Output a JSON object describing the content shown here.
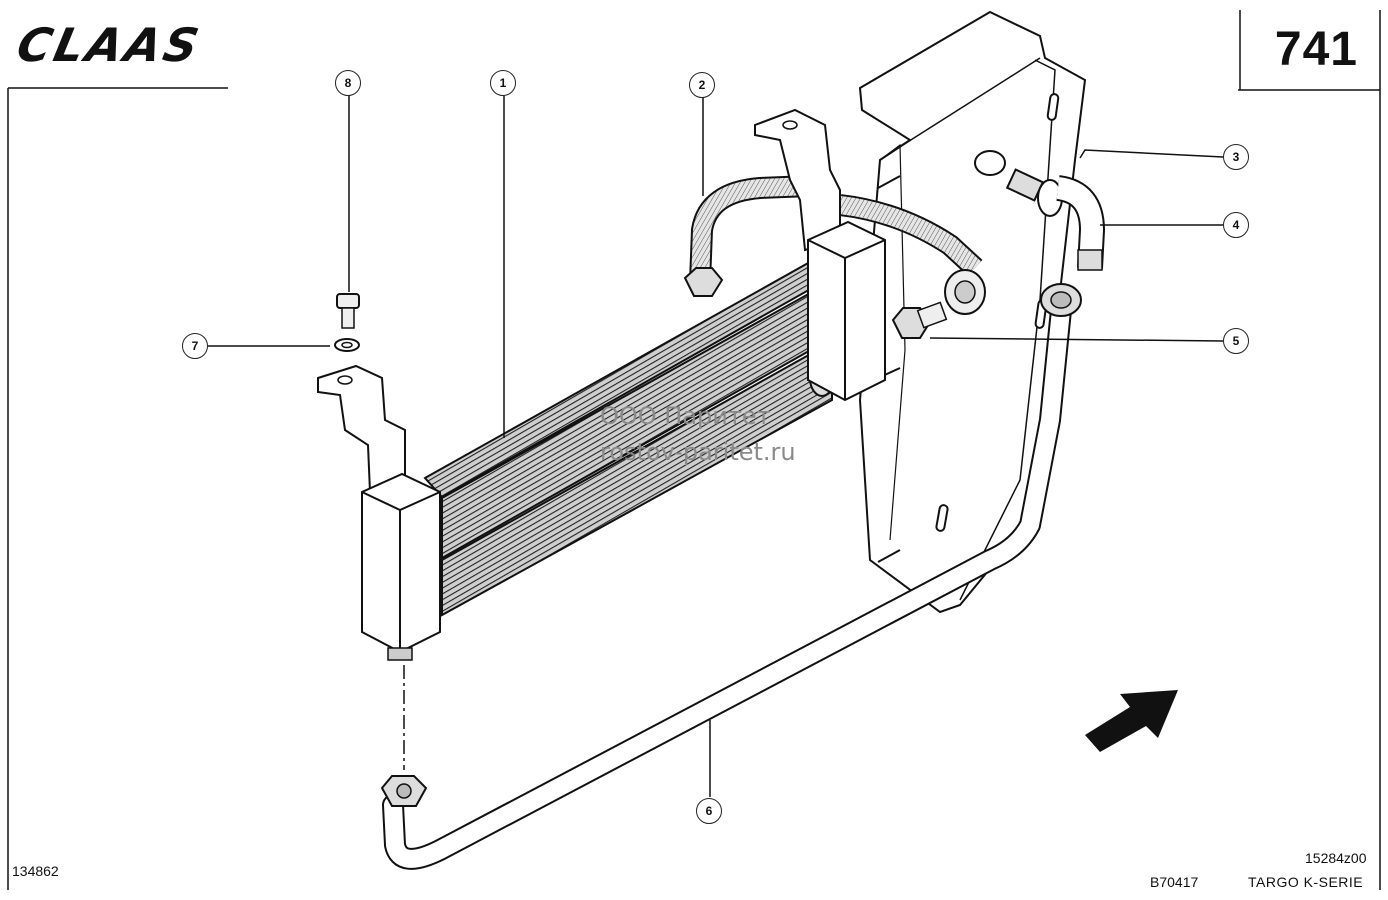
{
  "header": {
    "brand": "CLAAS",
    "page_number": "741"
  },
  "footer": {
    "drawing_number": "134862",
    "revision_code": "B70417",
    "figure_code": "15284z00",
    "series": "TARGO K-SERIE"
  },
  "watermark": {
    "line1": "ООО Паритет",
    "line2": "rostov-paritet.ru"
  },
  "callouts": [
    "1",
    "2",
    "3",
    "4",
    "5",
    "6",
    "7",
    "8"
  ]
}
